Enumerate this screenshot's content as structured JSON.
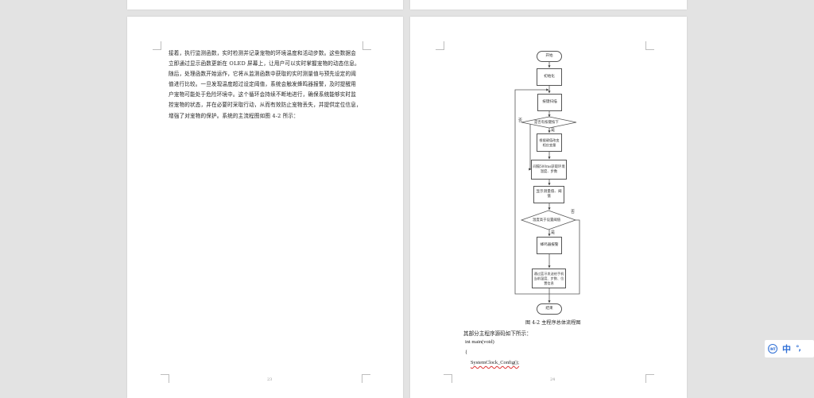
{
  "viewer": {
    "background": "#e3e3e3"
  },
  "left_page": {
    "paragraph_lines": [
      "接着，执行监测函数，实时检测并记录宠物的环境温度和活动步数。这些数据会",
      "立即通过显示函数更新在 OLED 屏幕上，让用户可以实时掌握宠物的动态信息。",
      "随后，处理函数开始运作，它将从监测函数中获取的实时测量值与预先设定的阈",
      "值进行比较。一旦发现温度超过设定阈值，系统会触发蜂鸣器报警，及时提醒用",
      "户宠物可能处于危险环境中。这个循环会持续不断地进行，确保系统能够实时监",
      "控宠物的状态，并在必要时采取行动，从而有效防止宠物丢失，并提供定位信息，",
      "增强了对宠物的保护。系统的主流程图如图 4-2 所示："
    ],
    "page_number": "23"
  },
  "right_page": {
    "flowchart": {
      "nodes": {
        "start": "开始",
        "init": "初始化",
        "key_scan": "按键扫描",
        "key_pressed": "是否有按键按下",
        "update_vars": "根据键值改变相应变量",
        "acquire": "间隔500ms获取环境温度、步数",
        "display": "显示测量值、阈值",
        "temp_check": "温度高于设置阈值",
        "buzzer": "蜂鸣器报警",
        "bluetooth": "通过蓝牙发送给手机当前温度、步数、位置信息",
        "end": "结束"
      },
      "labels": {
        "key_no": "否",
        "key_yes": "是",
        "temp_no": "否",
        "temp_yes": "是"
      }
    },
    "figure_caption": "图 4-2   主程序总体流程图",
    "intro_line": "其部分主程序源码如下所示：",
    "code_lines": [
      "int main(void)",
      "{",
      "SystemClock_Config();"
    ],
    "page_number": "24"
  },
  "ime_widget": {
    "logo": "INT",
    "language": "中",
    "punctuation": "°,"
  }
}
